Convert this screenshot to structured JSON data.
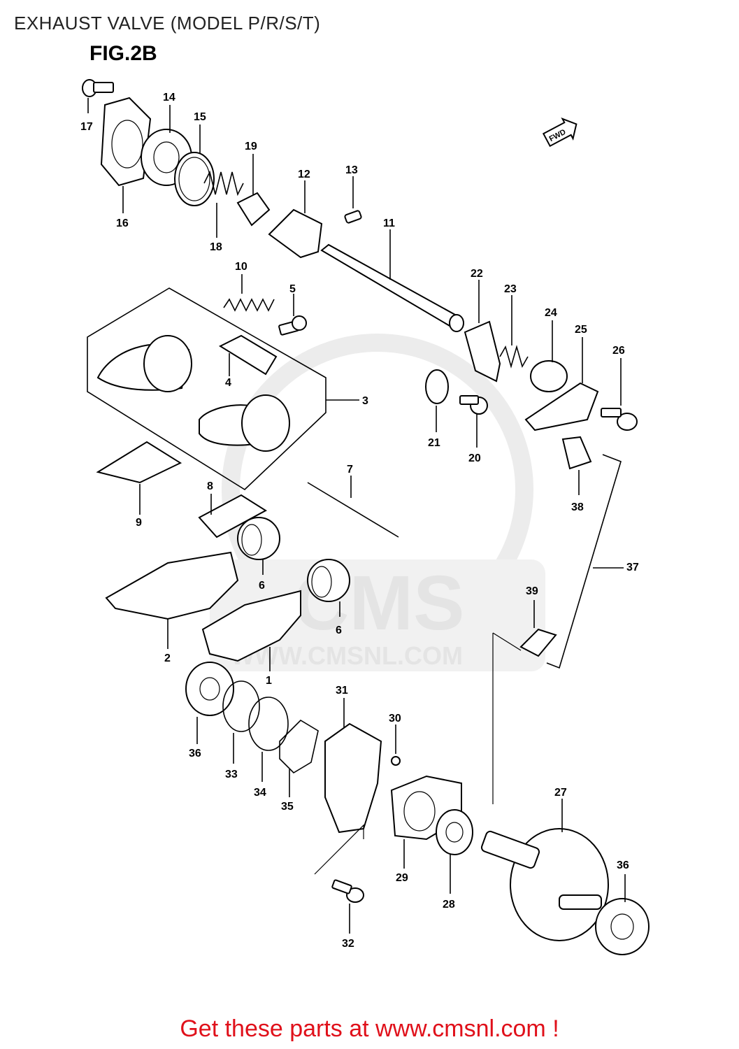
{
  "header": {
    "title": "EXHAUST VALVE (MODEL P/R/S/T)",
    "figure": "FIG.2B",
    "direction_label": "FWD"
  },
  "watermark": {
    "brand": "CMS",
    "url": "WWW.CMSNL.COM"
  },
  "callouts": [
    {
      "id": "label-1",
      "text": "1"
    },
    {
      "id": "label-2",
      "text": "2"
    },
    {
      "id": "label-3",
      "text": "3"
    },
    {
      "id": "label-4",
      "text": "4"
    },
    {
      "id": "label-5",
      "text": "5"
    },
    {
      "id": "label-6a",
      "text": "6"
    },
    {
      "id": "label-6b",
      "text": "6"
    },
    {
      "id": "label-7",
      "text": "7"
    },
    {
      "id": "label-8",
      "text": "8"
    },
    {
      "id": "label-9",
      "text": "9"
    },
    {
      "id": "label-10",
      "text": "10"
    },
    {
      "id": "label-11",
      "text": "11"
    },
    {
      "id": "label-12",
      "text": "12"
    },
    {
      "id": "label-13",
      "text": "13"
    },
    {
      "id": "label-14",
      "text": "14"
    },
    {
      "id": "label-15",
      "text": "15"
    },
    {
      "id": "label-16",
      "text": "16"
    },
    {
      "id": "label-17",
      "text": "17"
    },
    {
      "id": "label-18",
      "text": "18"
    },
    {
      "id": "label-19",
      "text": "19"
    },
    {
      "id": "label-20",
      "text": "20"
    },
    {
      "id": "label-21",
      "text": "21"
    },
    {
      "id": "label-22",
      "text": "22"
    },
    {
      "id": "label-23",
      "text": "23"
    },
    {
      "id": "label-24",
      "text": "24"
    },
    {
      "id": "label-25",
      "text": "25"
    },
    {
      "id": "label-26",
      "text": "26"
    },
    {
      "id": "label-27",
      "text": "27"
    },
    {
      "id": "label-28",
      "text": "28"
    },
    {
      "id": "label-29",
      "text": "29"
    },
    {
      "id": "label-30",
      "text": "30"
    },
    {
      "id": "label-31",
      "text": "31"
    },
    {
      "id": "label-32",
      "text": "32"
    },
    {
      "id": "label-33",
      "text": "33"
    },
    {
      "id": "label-34",
      "text": "34"
    },
    {
      "id": "label-35",
      "text": "35"
    },
    {
      "id": "label-36a",
      "text": "36"
    },
    {
      "id": "label-36b",
      "text": "36"
    },
    {
      "id": "label-37",
      "text": "37"
    },
    {
      "id": "label-38",
      "text": "38"
    },
    {
      "id": "label-39",
      "text": "39"
    }
  ],
  "footer": {
    "cta": "Get these parts at www.cmsnl.com !"
  }
}
